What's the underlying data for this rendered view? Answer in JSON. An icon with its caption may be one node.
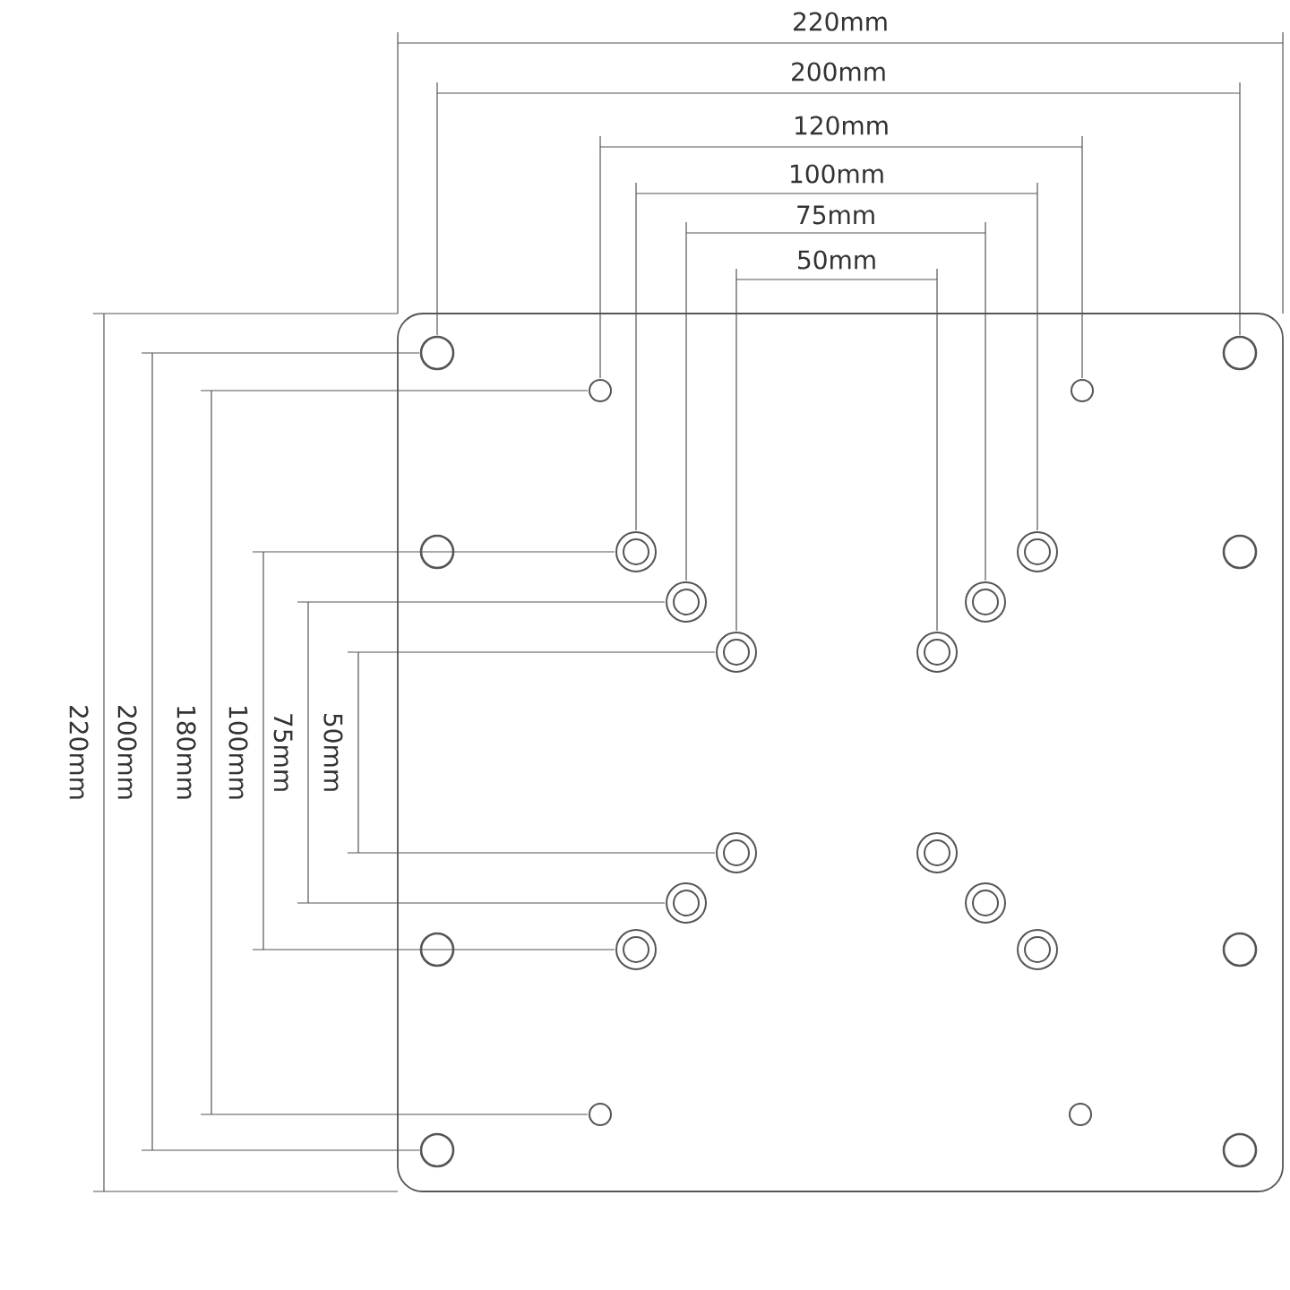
{
  "diagram": {
    "labels": [
      "220mm",
      "200mm",
      "120mm",
      "100mm",
      "75mm",
      "50mm",
      "220mm",
      "200mm",
      "180mm",
      "100mm",
      "75mm",
      "50mm"
    ]
  }
}
